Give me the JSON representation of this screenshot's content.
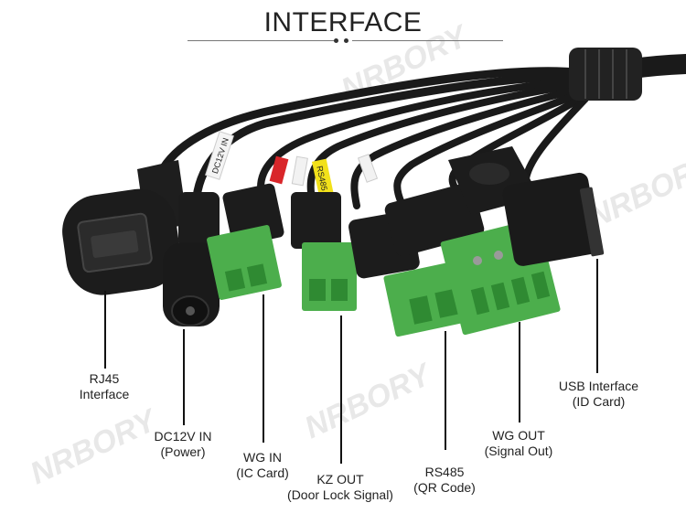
{
  "title": "INTERFACE",
  "watermark": "NRBORY",
  "colors": {
    "cable": "#1a1a1a",
    "terminal": "#4cae4c",
    "terminal_dark": "#2f8a32",
    "text": "#222222"
  },
  "cable_tags": [
    "DC12V IN",
    "RS485"
  ],
  "labels": {
    "rj45": {
      "line1": "RJ45",
      "line2": "Interface"
    },
    "dc": {
      "line1": "DC12V IN",
      "line2": "(Power)"
    },
    "wgin": {
      "line1": "WG IN",
      "line2": "(IC Card)"
    },
    "kzout": {
      "line1": "KZ OUT",
      "line2": "(Door Lock Signal)"
    },
    "rs485": {
      "line1": "RS485",
      "line2": "(QR Code)"
    },
    "wgout": {
      "line1": "WG OUT",
      "line2": "(Signal Out)"
    },
    "usb": {
      "line1": "USB Interface",
      "line2": "(ID Card)"
    }
  }
}
